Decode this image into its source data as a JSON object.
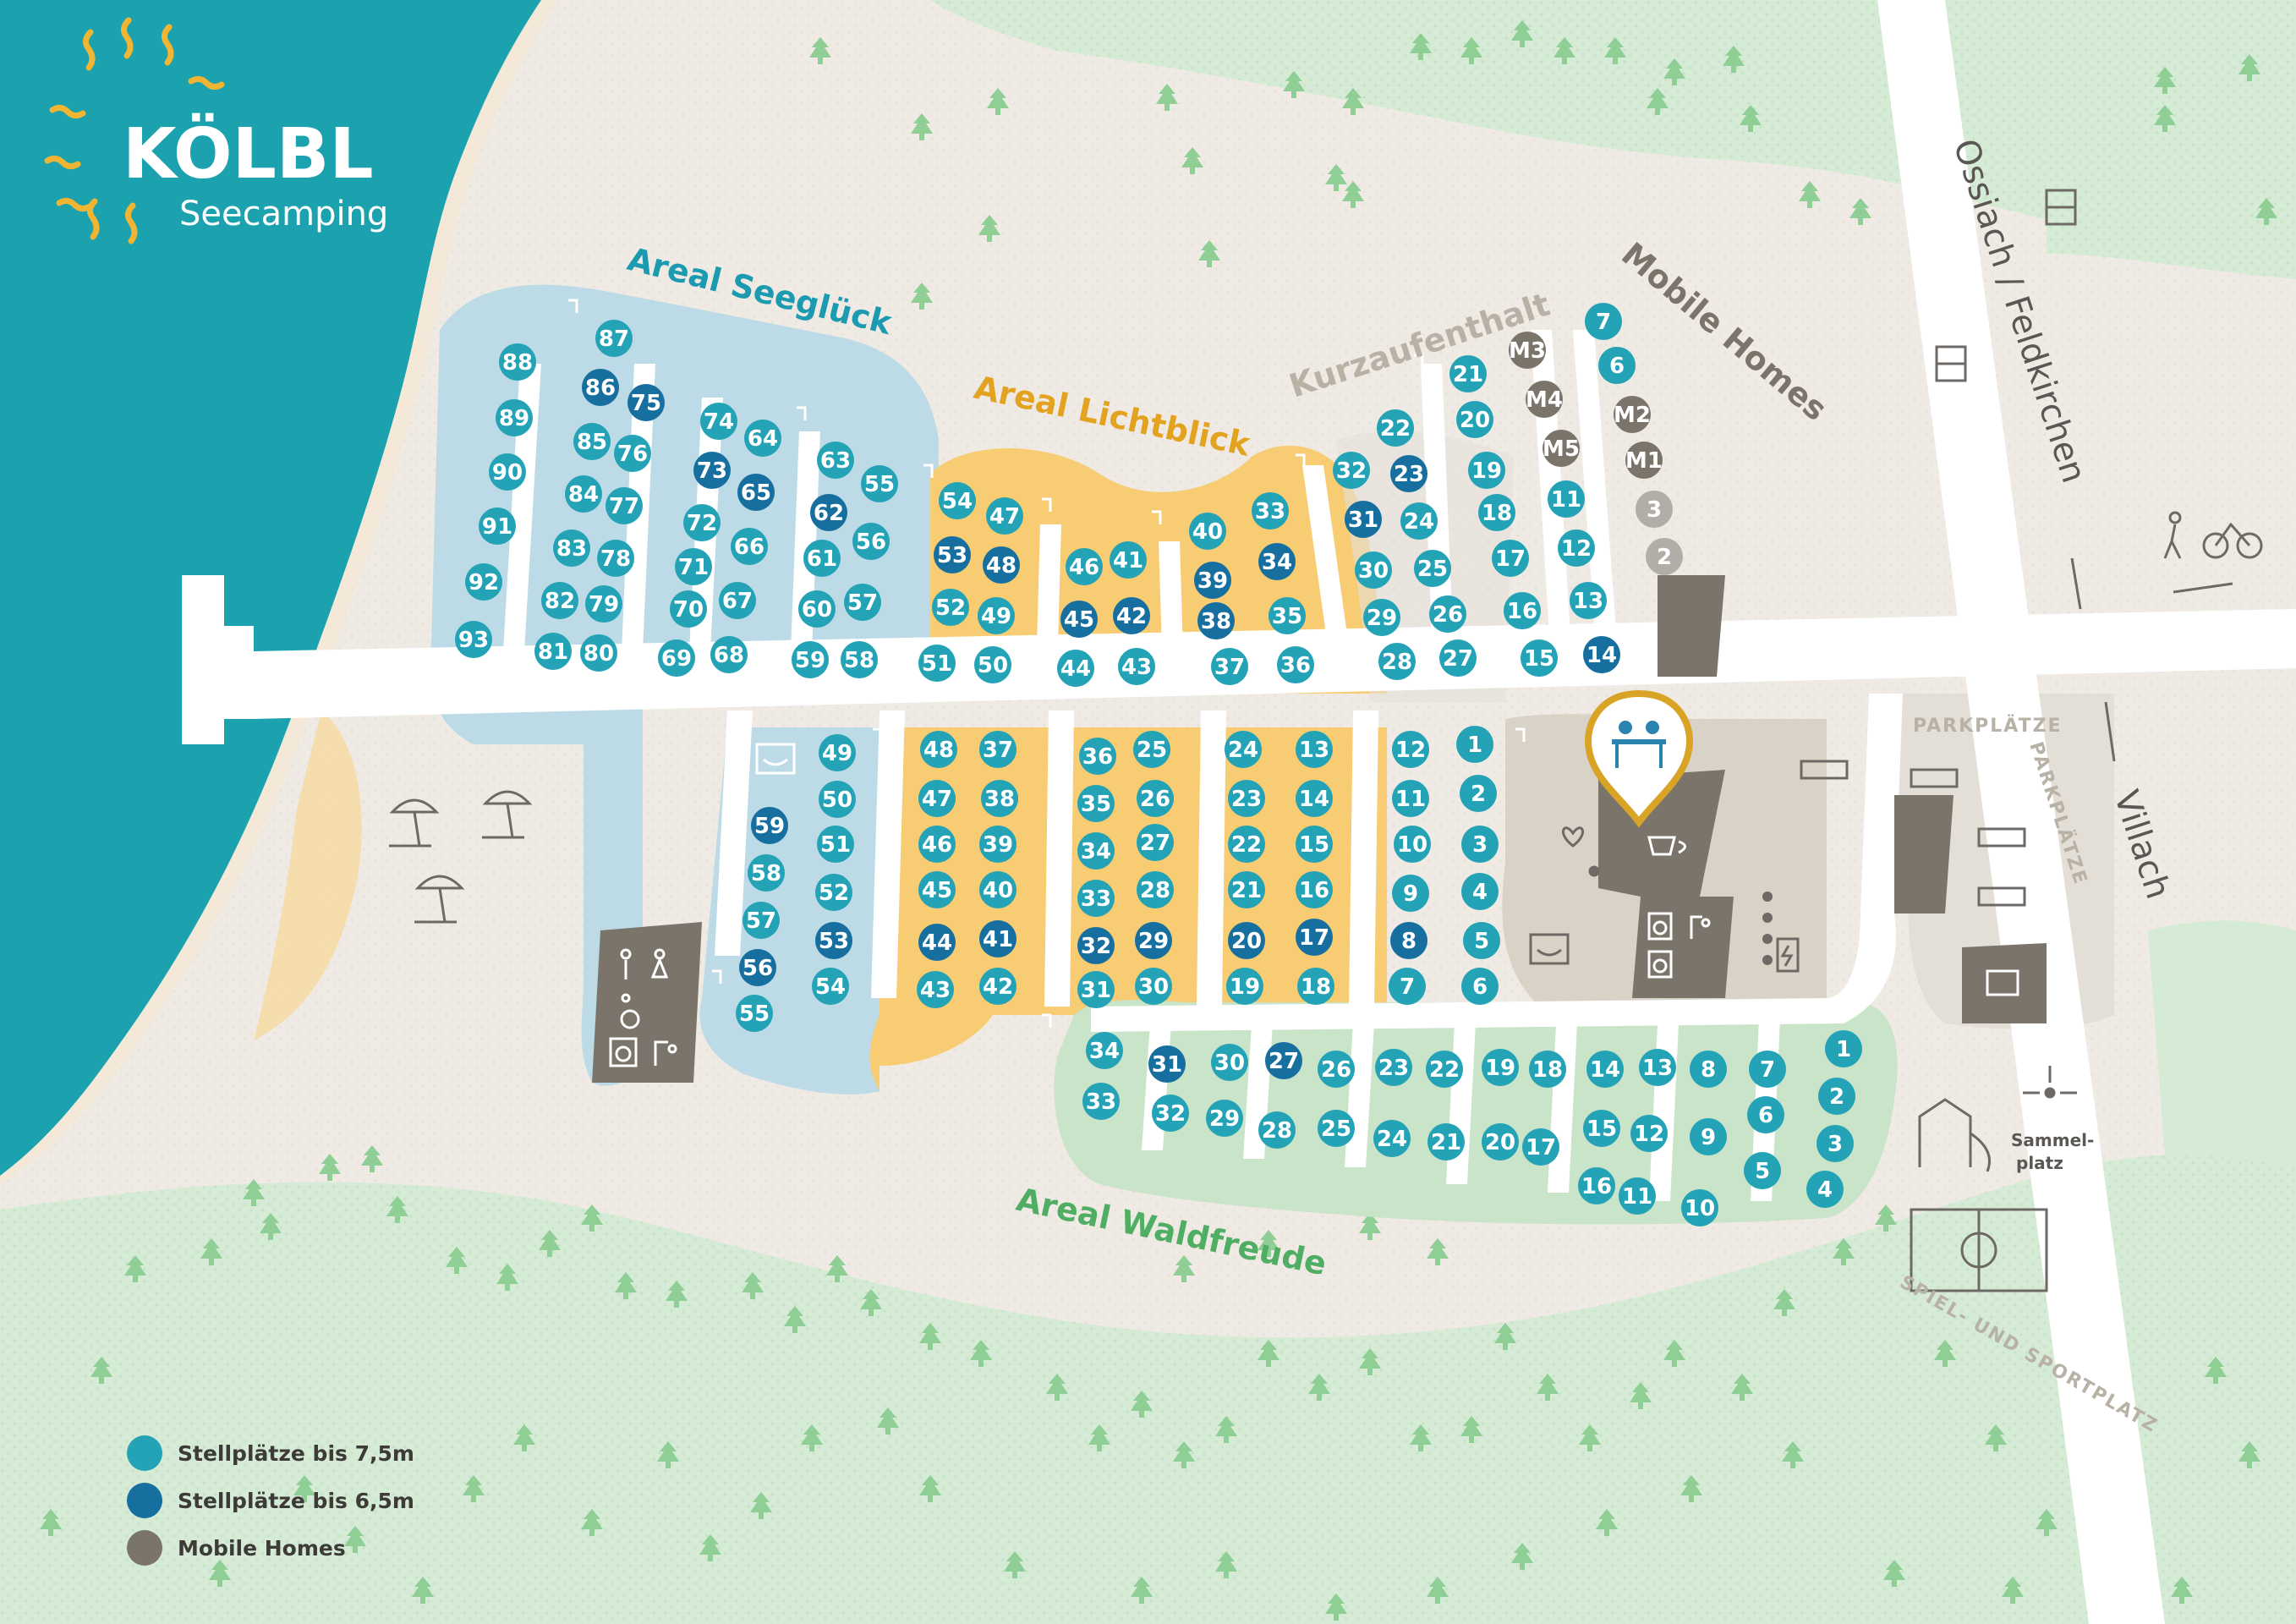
{
  "brand": {
    "title": "KÖLBL",
    "subtitle": "Seecamping"
  },
  "colors": {
    "lake": "#1ba2ae",
    "ground": "#efebe4",
    "forest": "#d6ebd6",
    "tree": "#8fcf96",
    "seeglueck": "#bcdbe6",
    "lichtblick": "#f7cc73",
    "waldfreude": "#c9e4c9",
    "pitch_large": "#24a2b6",
    "pitch_small": "#176fa0",
    "mobile_home": "#7b746b",
    "mobile_home_light": "#b2ada7",
    "building": "#7b746b",
    "reception": "#d9a426"
  },
  "areas": {
    "seeglueck": "Areal Seeglück",
    "lichtblick": "Areal Lichtblick",
    "kurzaufenthalt": "Kurzaufenthalt",
    "mobile_homes": "Mobile Homes",
    "waldfreude": "Areal Waldfreude"
  },
  "roads": {
    "north": "Ossiach / Feldkirchen",
    "south": "Villach"
  },
  "labels": {
    "parking_1": "PARKPLÄTZE",
    "parking_2": "PARKPLÄTZE",
    "assembly": [
      "Sammel-",
      "platz"
    ],
    "sports": "SPIEL- UND SPORTPLATZ"
  },
  "legend": [
    {
      "label": "Stellplätze bis 7,5m",
      "color": "#24a2b6"
    },
    {
      "label": "Stellplätze bis 6,5m",
      "color": "#176fa0"
    },
    {
      "label": "Mobile Homes",
      "color": "#7b746b"
    }
  ],
  "icons": [
    "sun-umbrella-icon",
    "toilet-icon",
    "wheelchair-icon",
    "washing-machine-icon",
    "shower-icon",
    "dishwashing-icon",
    "reception-icon",
    "restaurant-icon",
    "defibrillator-icon",
    "ev-charging-icon",
    "recycling-icon",
    "bus-stop-icon",
    "hiking-icon",
    "bicycle-icon",
    "playground-icon",
    "football-pitch-icon",
    "assembly-point-icon",
    "water-tap-icon",
    "car-icon"
  ],
  "pitches": {
    "seeglueck": [
      {
        "n": "88",
        "t": "l"
      },
      {
        "n": "89",
        "t": "l"
      },
      {
        "n": "90",
        "t": "l"
      },
      {
        "n": "91",
        "t": "l"
      },
      {
        "n": "92",
        "t": "l"
      },
      {
        "n": "93",
        "t": "l"
      },
      {
        "n": "87",
        "t": "l"
      },
      {
        "n": "86",
        "t": "s"
      },
      {
        "n": "85",
        "t": "l"
      },
      {
        "n": "84",
        "t": "l"
      },
      {
        "n": "83",
        "t": "l"
      },
      {
        "n": "82",
        "t": "l"
      },
      {
        "n": "81",
        "t": "l"
      },
      {
        "n": "75",
        "t": "s"
      },
      {
        "n": "76",
        "t": "l"
      },
      {
        "n": "77",
        "t": "l"
      },
      {
        "n": "78",
        "t": "l"
      },
      {
        "n": "79",
        "t": "l"
      },
      {
        "n": "80",
        "t": "l"
      },
      {
        "n": "74",
        "t": "l"
      },
      {
        "n": "73",
        "t": "s"
      },
      {
        "n": "72",
        "t": "l"
      },
      {
        "n": "71",
        "t": "l"
      },
      {
        "n": "70",
        "t": "l"
      },
      {
        "n": "69",
        "t": "l"
      },
      {
        "n": "64",
        "t": "l"
      },
      {
        "n": "65",
        "t": "s"
      },
      {
        "n": "66",
        "t": "l"
      },
      {
        "n": "67",
        "t": "l"
      },
      {
        "n": "68",
        "t": "l"
      },
      {
        "n": "63",
        "t": "l"
      },
      {
        "n": "62",
        "t": "s"
      },
      {
        "n": "61",
        "t": "l"
      },
      {
        "n": "60",
        "t": "l"
      },
      {
        "n": "59",
        "t": "l"
      },
      {
        "n": "55",
        "t": "l"
      },
      {
        "n": "56",
        "t": "l"
      },
      {
        "n": "57",
        "t": "l"
      },
      {
        "n": "58",
        "t": "l"
      }
    ],
    "seeglueck_south": [
      {
        "n": "49",
        "t": "l"
      },
      {
        "n": "50",
        "t": "l"
      },
      {
        "n": "51",
        "t": "l"
      },
      {
        "n": "52",
        "t": "l"
      },
      {
        "n": "53",
        "t": "s"
      },
      {
        "n": "54",
        "t": "l"
      },
      {
        "n": "59",
        "t": "s"
      },
      {
        "n": "58",
        "t": "l"
      },
      {
        "n": "57",
        "t": "l"
      },
      {
        "n": "56",
        "t": "s"
      },
      {
        "n": "55",
        "t": "l"
      }
    ],
    "lichtblick": [
      {
        "n": "54",
        "t": "l"
      },
      {
        "n": "53",
        "t": "s"
      },
      {
        "n": "52",
        "t": "l"
      },
      {
        "n": "51",
        "t": "l"
      },
      {
        "n": "47",
        "t": "l"
      },
      {
        "n": "48",
        "t": "s"
      },
      {
        "n": "49",
        "t": "l"
      },
      {
        "n": "50",
        "t": "l"
      },
      {
        "n": "46",
        "t": "l"
      },
      {
        "n": "45",
        "t": "s"
      },
      {
        "n": "44",
        "t": "l"
      },
      {
        "n": "41",
        "t": "l"
      },
      {
        "n": "42",
        "t": "s"
      },
      {
        "n": "43",
        "t": "l"
      },
      {
        "n": "40",
        "t": "l"
      },
      {
        "n": "39",
        "t": "s"
      },
      {
        "n": "38",
        "t": "s"
      },
      {
        "n": "37",
        "t": "l"
      },
      {
        "n": "33",
        "t": "l"
      },
      {
        "n": "34",
        "t": "s"
      },
      {
        "n": "35",
        "t": "l"
      },
      {
        "n": "36",
        "t": "l"
      }
    ],
    "lichtblick_south": [
      {
        "n": "48",
        "t": "l"
      },
      {
        "n": "47",
        "t": "l"
      },
      {
        "n": "46",
        "t": "l"
      },
      {
        "n": "45",
        "t": "l"
      },
      {
        "n": "44",
        "t": "s"
      },
      {
        "n": "43",
        "t": "l"
      },
      {
        "n": "37",
        "t": "l"
      },
      {
        "n": "38",
        "t": "l"
      },
      {
        "n": "39",
        "t": "l"
      },
      {
        "n": "40",
        "t": "l"
      },
      {
        "n": "41",
        "t": "s"
      },
      {
        "n": "42",
        "t": "l"
      },
      {
        "n": "36",
        "t": "l"
      },
      {
        "n": "35",
        "t": "l"
      },
      {
        "n": "34",
        "t": "l"
      },
      {
        "n": "33",
        "t": "l"
      },
      {
        "n": "32",
        "t": "s"
      },
      {
        "n": "31",
        "t": "l"
      },
      {
        "n": "25",
        "t": "l"
      },
      {
        "n": "26",
        "t": "l"
      },
      {
        "n": "27",
        "t": "l"
      },
      {
        "n": "28",
        "t": "l"
      },
      {
        "n": "29",
        "t": "s"
      },
      {
        "n": "30",
        "t": "l"
      },
      {
        "n": "24",
        "t": "l"
      },
      {
        "n": "23",
        "t": "l"
      },
      {
        "n": "22",
        "t": "l"
      },
      {
        "n": "21",
        "t": "l"
      },
      {
        "n": "20",
        "t": "s"
      },
      {
        "n": "19",
        "t": "l"
      },
      {
        "n": "13",
        "t": "l"
      },
      {
        "n": "14",
        "t": "l"
      },
      {
        "n": "15",
        "t": "l"
      },
      {
        "n": "16",
        "t": "l"
      },
      {
        "n": "17",
        "t": "s"
      },
      {
        "n": "18",
        "t": "l"
      }
    ],
    "kurzaufenthalt": [
      {
        "n": "32",
        "t": "l"
      },
      {
        "n": "31",
        "t": "s"
      },
      {
        "n": "30",
        "t": "l"
      },
      {
        "n": "29",
        "t": "l"
      },
      {
        "n": "28",
        "t": "l"
      },
      {
        "n": "22",
        "t": "l"
      },
      {
        "n": "23",
        "t": "s"
      },
      {
        "n": "24",
        "t": "l"
      },
      {
        "n": "25",
        "t": "l"
      },
      {
        "n": "26",
        "t": "l"
      },
      {
        "n": "27",
        "t": "l"
      },
      {
        "n": "21",
        "t": "l"
      },
      {
        "n": "20",
        "t": "l"
      },
      {
        "n": "19",
        "t": "l"
      },
      {
        "n": "18",
        "t": "l"
      },
      {
        "n": "17",
        "t": "l"
      },
      {
        "n": "16",
        "t": "l"
      },
      {
        "n": "15",
        "t": "l"
      },
      {
        "n": "M3",
        "t": "m"
      },
      {
        "n": "M4",
        "t": "m"
      },
      {
        "n": "M5",
        "t": "m"
      },
      {
        "n": "11",
        "t": "l"
      },
      {
        "n": "12",
        "t": "l"
      },
      {
        "n": "13",
        "t": "l"
      },
      {
        "n": "14",
        "t": "s"
      },
      {
        "n": "7",
        "t": "l"
      },
      {
        "n": "6",
        "t": "l"
      },
      {
        "n": "M2",
        "t": "m"
      },
      {
        "n": "M1",
        "t": "m"
      },
      {
        "n": "3",
        "t": "ml"
      },
      {
        "n": "2",
        "t": "ml"
      }
    ],
    "east_south": [
      {
        "n": "12",
        "t": "l"
      },
      {
        "n": "11",
        "t": "l"
      },
      {
        "n": "10",
        "t": "l"
      },
      {
        "n": "9",
        "t": "l"
      },
      {
        "n": "8",
        "t": "s"
      },
      {
        "n": "7",
        "t": "l"
      },
      {
        "n": "1",
        "t": "l"
      },
      {
        "n": "2",
        "t": "l"
      },
      {
        "n": "3",
        "t": "l"
      },
      {
        "n": "4",
        "t": "l"
      },
      {
        "n": "5",
        "t": "l"
      },
      {
        "n": "6",
        "t": "l"
      }
    ],
    "waldfreude": [
      {
        "n": "34",
        "t": "l"
      },
      {
        "n": "33",
        "t": "l"
      },
      {
        "n": "31",
        "t": "s"
      },
      {
        "n": "32",
        "t": "l"
      },
      {
        "n": "30",
        "t": "l"
      },
      {
        "n": "29",
        "t": "l"
      },
      {
        "n": "27",
        "t": "s"
      },
      {
        "n": "28",
        "t": "l"
      },
      {
        "n": "26",
        "t": "l"
      },
      {
        "n": "25",
        "t": "l"
      },
      {
        "n": "23",
        "t": "l"
      },
      {
        "n": "24",
        "t": "l"
      },
      {
        "n": "22",
        "t": "l"
      },
      {
        "n": "21",
        "t": "l"
      },
      {
        "n": "19",
        "t": "l"
      },
      {
        "n": "20",
        "t": "l"
      },
      {
        "n": "18",
        "t": "l"
      },
      {
        "n": "17",
        "t": "l"
      },
      {
        "n": "14",
        "t": "l"
      },
      {
        "n": "15",
        "t": "l"
      },
      {
        "n": "16",
        "t": "l"
      },
      {
        "n": "13",
        "t": "l"
      },
      {
        "n": "12",
        "t": "l"
      },
      {
        "n": "11",
        "t": "l"
      },
      {
        "n": "8",
        "t": "l"
      },
      {
        "n": "9",
        "t": "l"
      },
      {
        "n": "10",
        "t": "l"
      },
      {
        "n": "7",
        "t": "l"
      },
      {
        "n": "6",
        "t": "l"
      },
      {
        "n": "5",
        "t": "l"
      },
      {
        "n": "1",
        "t": "l"
      },
      {
        "n": "2",
        "t": "l"
      },
      {
        "n": "3",
        "t": "l"
      },
      {
        "n": "4",
        "t": "l"
      }
    ]
  }
}
